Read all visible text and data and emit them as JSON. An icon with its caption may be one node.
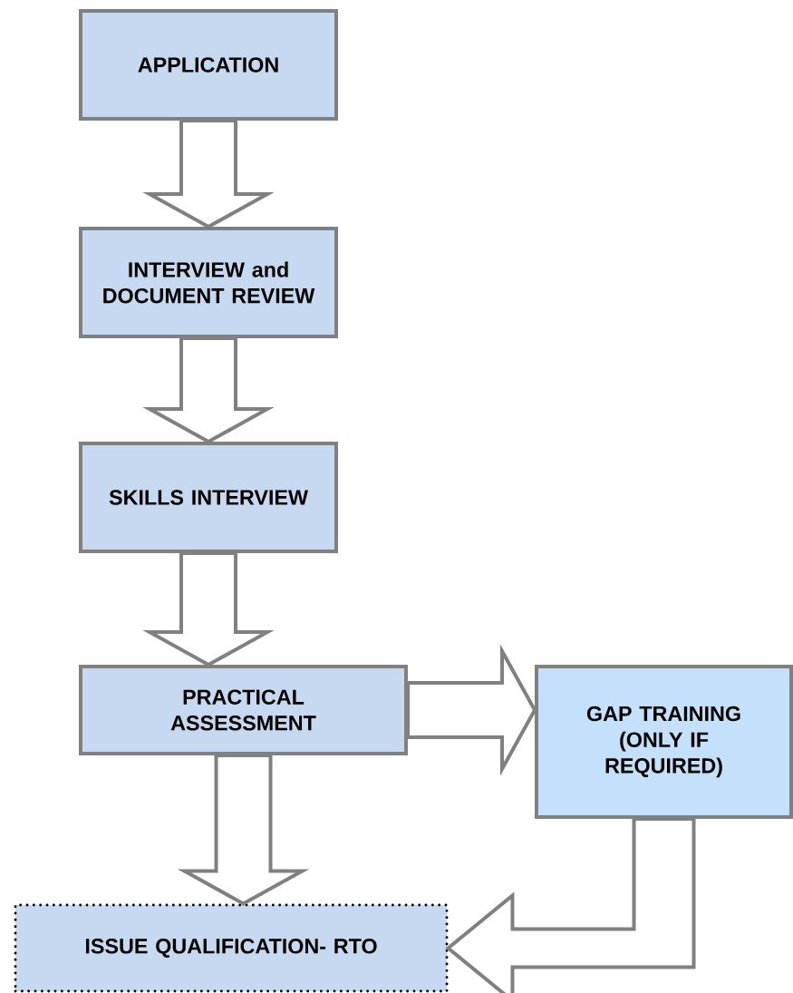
{
  "diagram": {
    "nodes": [
      {
        "text": [
          "APPLICATION"
        ]
      },
      {
        "text": [
          "INTERVIEW and DOCUMENT REVIEW"
        ]
      },
      {
        "text": [
          "SKILLS INTERVIEW"
        ]
      },
      {
        "text": [
          "PRACTICAL ASSESSMENT"
        ]
      },
      {
        "text": [
          "GAP TRAINING (ONLY IF REQUIRED)"
        ]
      },
      {
        "text": [
          "ISSUE QUALIFICATION- RTO"
        ]
      }
    ],
    "edges": [
      {
        "from": 0,
        "to": 1,
        "arrow": "to"
      },
      {
        "from": 1,
        "to": 2,
        "arrow": "to"
      },
      {
        "from": 2,
        "to": 3,
        "arrow": "to"
      },
      {
        "from": 3,
        "to": 4,
        "arrow": "to"
      },
      {
        "from": 3,
        "to": 5,
        "arrow": "to"
      },
      {
        "from": 4,
        "to": 5,
        "arrow": "to"
      }
    ]
  }
}
